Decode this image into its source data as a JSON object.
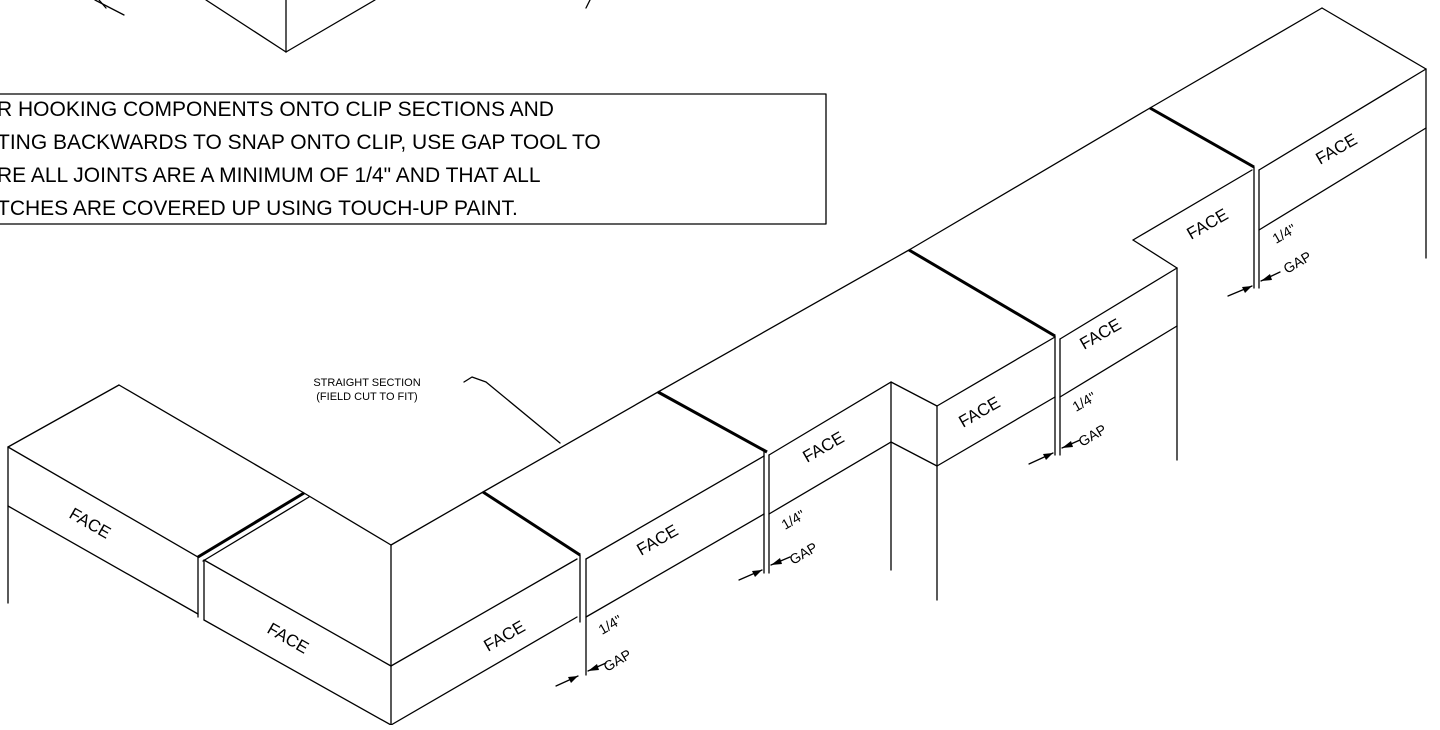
{
  "note": {
    "lines": [
      "R HOOKING COMPONENTS ONTO CLIP SECTIONS AND",
      "TING BACKWARDS TO SNAP ONTO CLIP, USE GAP TOOL TO",
      "RE ALL JOINTS ARE A MINIMUM OF 1/4\" AND THAT ALL",
      "TCHES ARE COVERED UP USING TOUCH-UP PAINT."
    ]
  },
  "callout": {
    "line1": "STRAIGHT SECTION",
    "line2": "(FIELD CUT TO FIT)"
  },
  "face_label": "FACE",
  "gap_labels": {
    "size": "1/4\"",
    "word": "GAP"
  },
  "colors": {
    "line": "#000000",
    "background": "#ffffff"
  }
}
